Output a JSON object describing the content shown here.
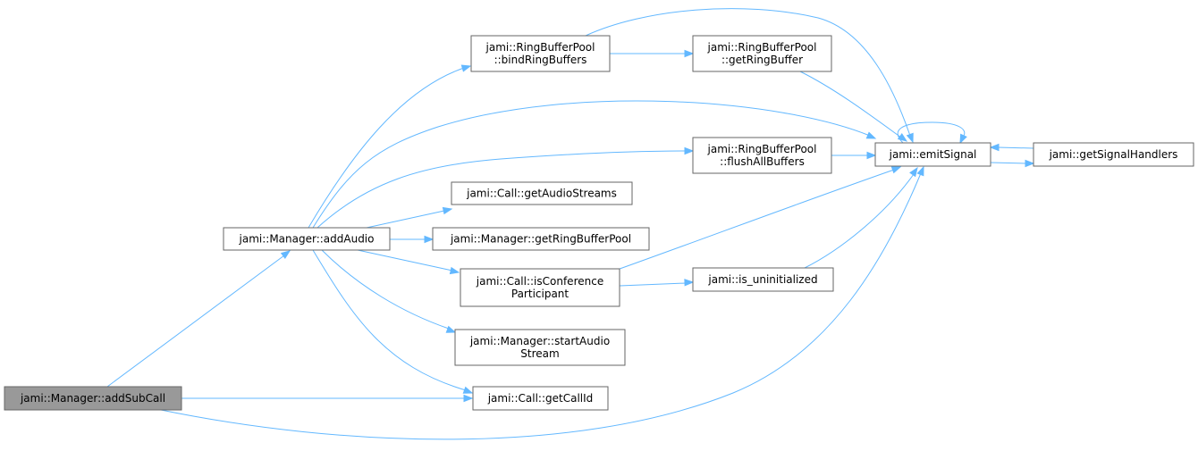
{
  "colors": {
    "edge": "#63b8ff",
    "node_border": "#666666",
    "root_fill": "#999999",
    "node_fill": "#ffffff"
  },
  "nodes": {
    "addSubCall": {
      "lines": [
        "jami::Manager::addSubCall"
      ]
    },
    "addAudio": {
      "lines": [
        "jami::Manager::addAudio"
      ]
    },
    "bindRingBuffers": {
      "lines": [
        "jami::RingBufferPool",
        "::bindRingBuffers"
      ]
    },
    "getRingBuffer": {
      "lines": [
        "jami::RingBufferPool",
        "::getRingBuffer"
      ]
    },
    "emitSignal": {
      "lines": [
        "jami::emitSignal"
      ]
    },
    "getSignalHandlers": {
      "lines": [
        "jami::getSignalHandlers"
      ]
    },
    "flushAllBuffers": {
      "lines": [
        "jami::RingBufferPool",
        "::flushAllBuffers"
      ]
    },
    "getAudioStreams": {
      "lines": [
        "jami::Call::getAudioStreams"
      ]
    },
    "getRingBufferPool": {
      "lines": [
        "jami::Manager::getRingBufferPool"
      ]
    },
    "isConferenceParticipant": {
      "lines": [
        "jami::Call::isConference",
        "Participant"
      ]
    },
    "is_uninitialized": {
      "lines": [
        "jami::is_uninitialized"
      ]
    },
    "startAudioStream": {
      "lines": [
        "jami::Manager::startAudio",
        "Stream"
      ]
    },
    "getCallId": {
      "lines": [
        "jami::Call::getCallId"
      ]
    }
  },
  "edges": [
    {
      "from": "addSubCall",
      "to": "addAudio"
    },
    {
      "from": "addSubCall",
      "to": "getCallId"
    },
    {
      "from": "addSubCall",
      "to": "emitSignal"
    },
    {
      "from": "addAudio",
      "to": "bindRingBuffers"
    },
    {
      "from": "addAudio",
      "to": "emitSignal"
    },
    {
      "from": "addAudio",
      "to": "flushAllBuffers"
    },
    {
      "from": "addAudio",
      "to": "getAudioStreams"
    },
    {
      "from": "addAudio",
      "to": "getRingBufferPool"
    },
    {
      "from": "addAudio",
      "to": "isConferenceParticipant"
    },
    {
      "from": "addAudio",
      "to": "startAudioStream"
    },
    {
      "from": "addAudio",
      "to": "getCallId"
    },
    {
      "from": "bindRingBuffers",
      "to": "getRingBuffer"
    },
    {
      "from": "bindRingBuffers",
      "to": "emitSignal"
    },
    {
      "from": "getRingBuffer",
      "to": "emitSignal"
    },
    {
      "from": "flushAllBuffers",
      "to": "emitSignal"
    },
    {
      "from": "isConferenceParticipant",
      "to": "emitSignal"
    },
    {
      "from": "isConferenceParticipant",
      "to": "is_uninitialized"
    },
    {
      "from": "is_uninitialized",
      "to": "emitSignal"
    },
    {
      "from": "emitSignal",
      "to": "emitSignal"
    },
    {
      "from": "emitSignal",
      "to": "getSignalHandlers"
    },
    {
      "from": "getSignalHandlers",
      "to": "emitSignal"
    }
  ]
}
